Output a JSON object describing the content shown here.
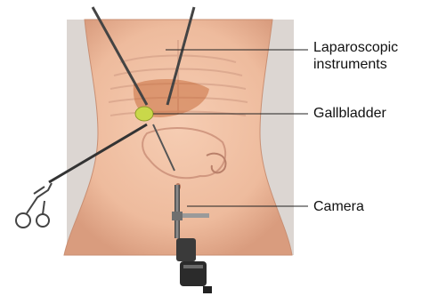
{
  "labels": {
    "instruments_line1": "Laparoscopic",
    "instruments_line2": "instruments",
    "gallbladder": "Gallbladder",
    "camera": "Camera"
  },
  "colors": {
    "panel_background": "#dcd6d2",
    "skin": "#f0c2a6",
    "gallbladder": "#c9d84a",
    "instrument_shaft": "#555555",
    "leader_line": "#222222"
  }
}
